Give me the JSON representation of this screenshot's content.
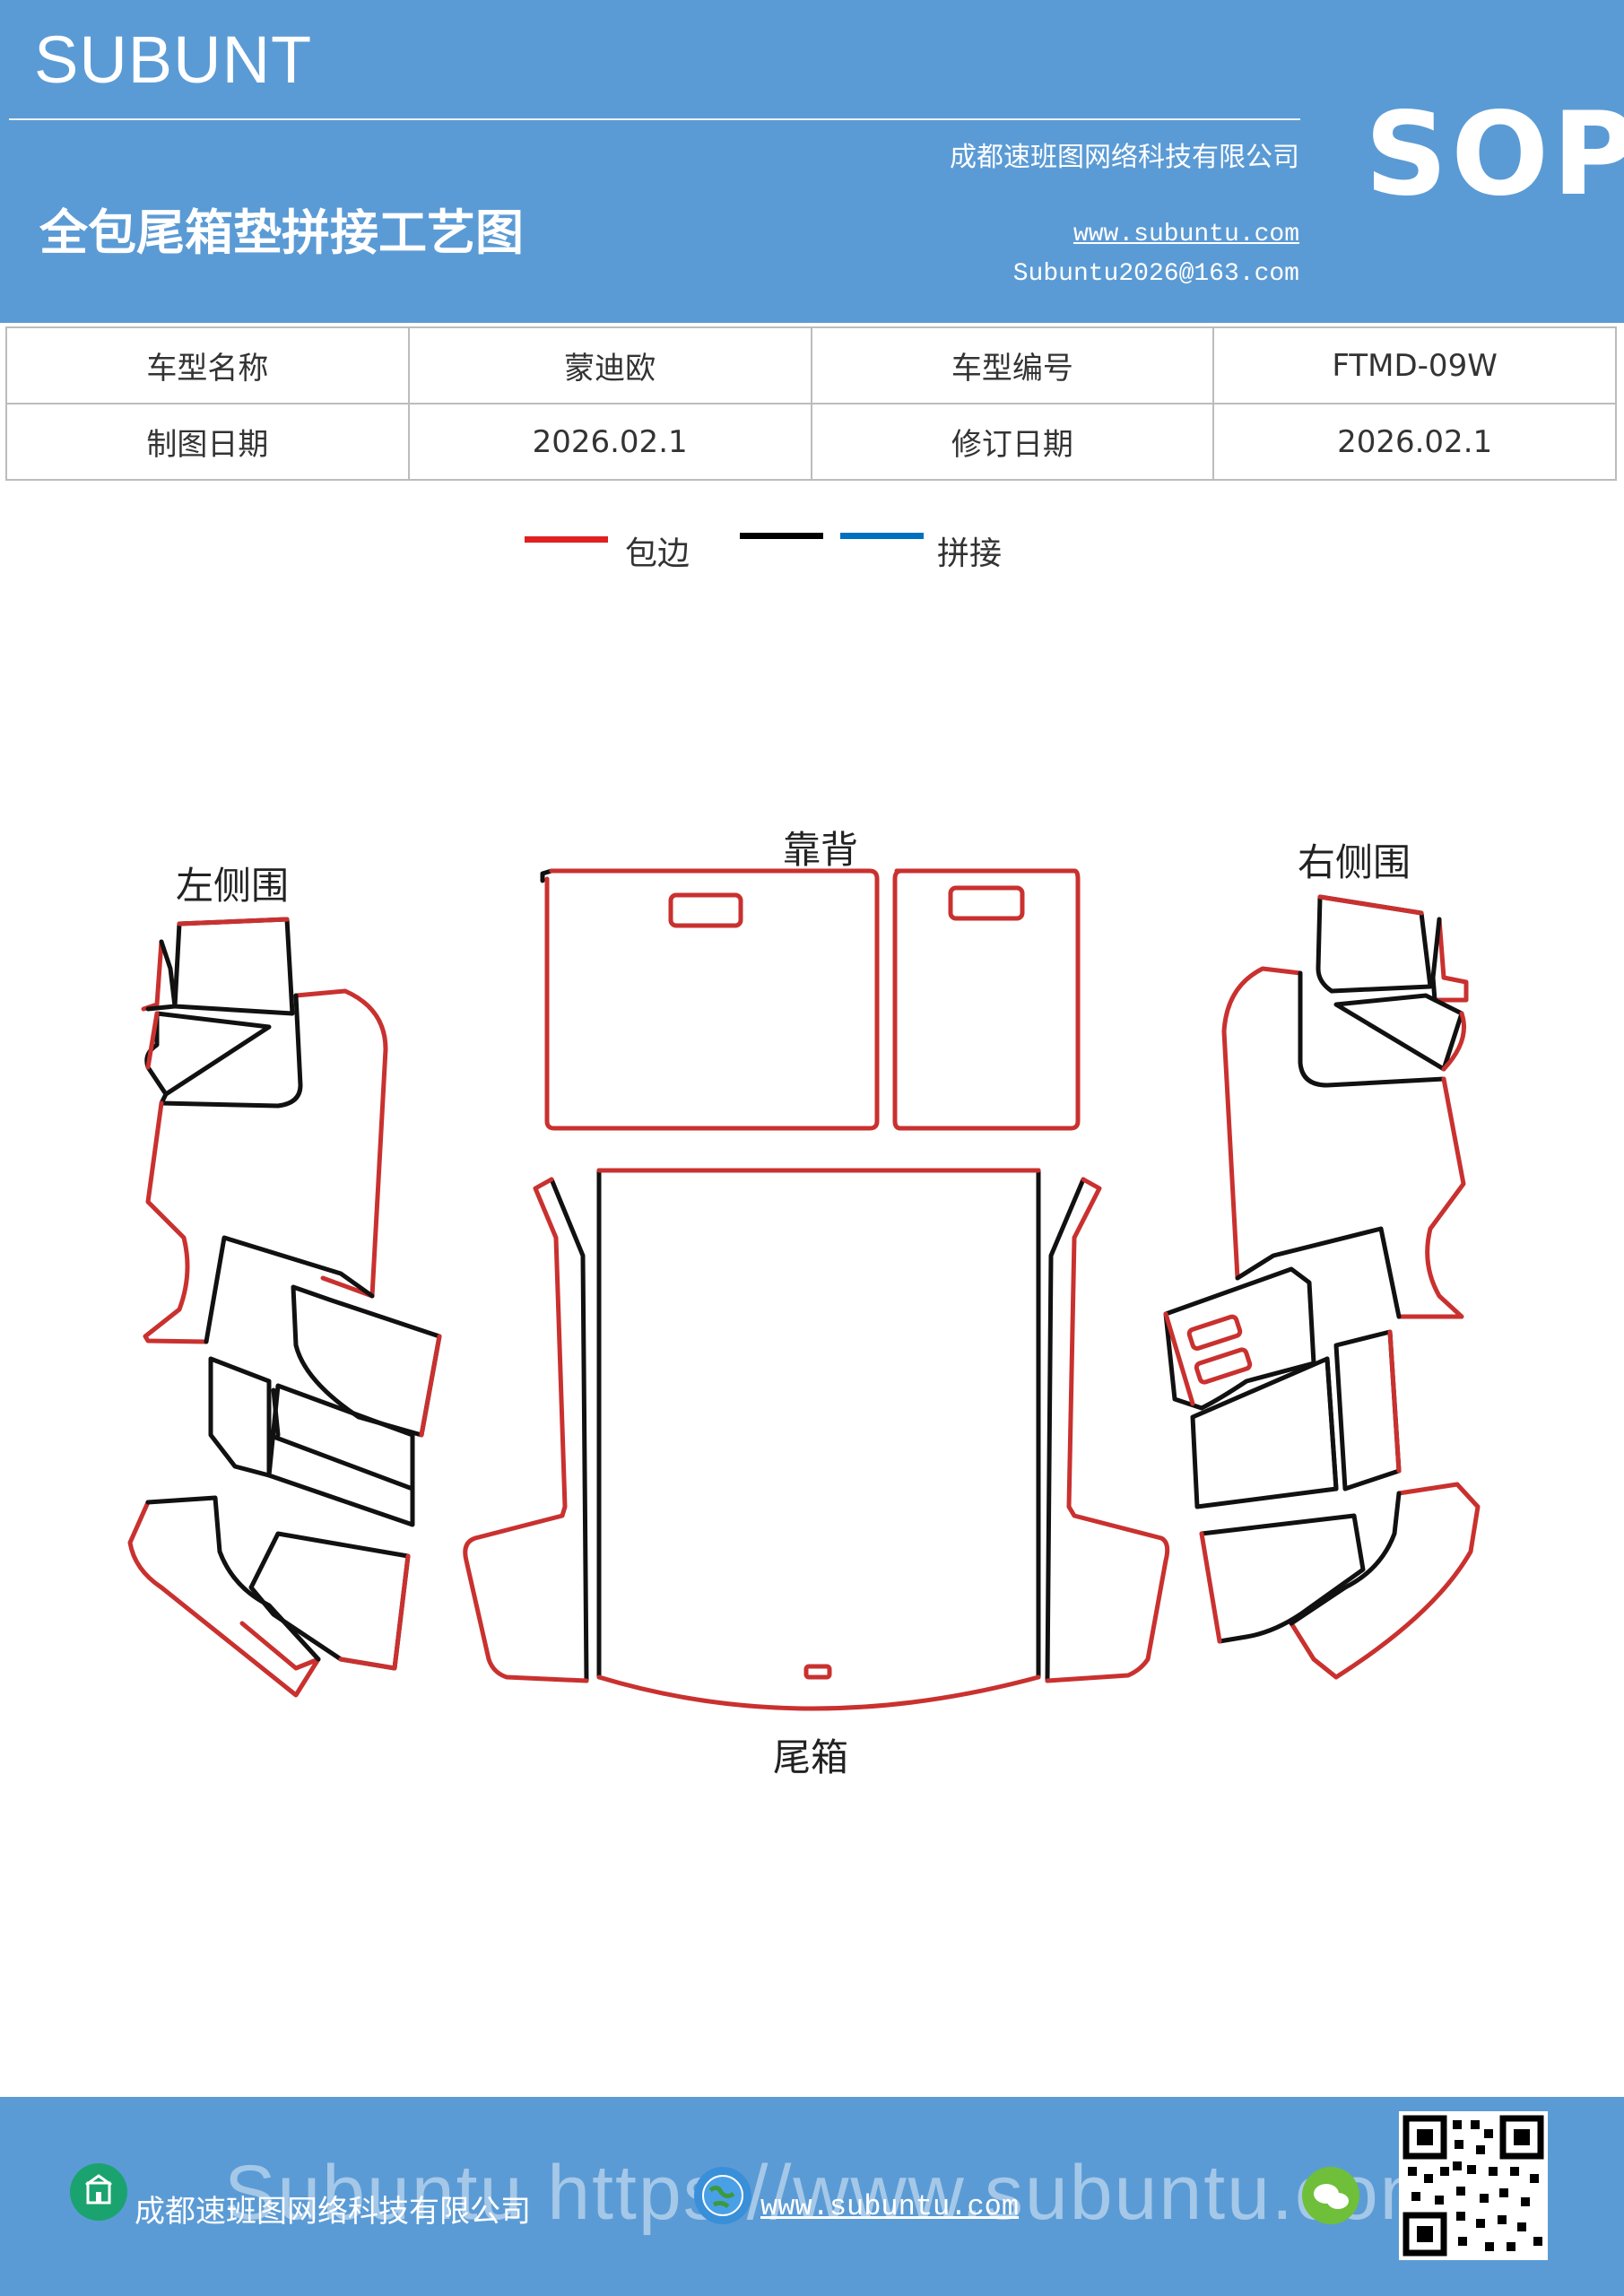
{
  "header": {
    "brand": "SUBUNT",
    "title": "全包尾箱垫拼接工艺图",
    "company": "成都速班图网络科技有限公司",
    "website": "www.subuntu.com",
    "email": "Subuntu2026@163.com",
    "badge": "SOP"
  },
  "info": {
    "row1": {
      "label1": "车型名称",
      "value1": "蒙迪欧",
      "label2": "车型编号",
      "value2": "FTMD-09W"
    },
    "row2": {
      "label1": "制图日期",
      "value1": "2026.02.1",
      "label2": "修订日期",
      "value2": "2026.02.1"
    }
  },
  "legend": {
    "items": [
      {
        "label": "包边",
        "color": "#e02020"
      },
      {
        "label": "",
        "color": "#000000"
      },
      {
        "label": "拼接",
        "color": "#0070c0"
      }
    ]
  },
  "diagram": {
    "labels": {
      "left": "左侧围",
      "back": "靠背",
      "right": "右侧围",
      "trunk": "尾箱"
    },
    "colors": {
      "edge": "#c9312f",
      "seam": "#111111"
    }
  },
  "footer": {
    "company": "成都速班图网络科技有限公司",
    "website": "www.subuntu.com",
    "watermark": "Subuntu https://www.subuntu.com",
    "icons": [
      "company-icon",
      "globe-icon",
      "wechat-icon",
      "qr-code"
    ]
  }
}
